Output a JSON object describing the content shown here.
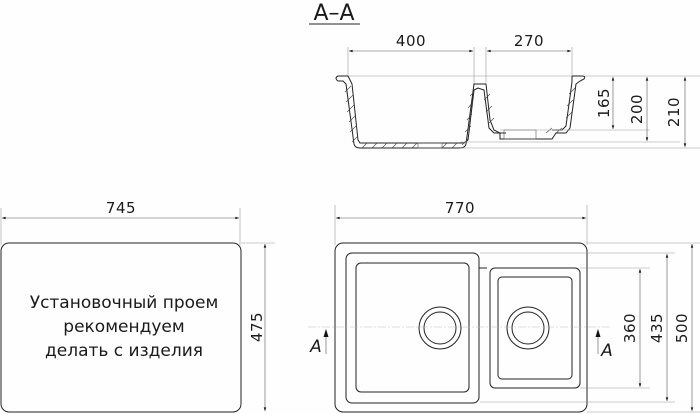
{
  "section_view": {
    "title": "А–А",
    "dims": {
      "width_large_bowl": "400",
      "width_small_bowl": "270",
      "depth_small": "165",
      "depth_large": "200",
      "total_height": "210"
    }
  },
  "cutout": {
    "width": "745",
    "height": "475",
    "note_lines": [
      "Установочный проем",
      "рекомендуем",
      "делать с изделия"
    ]
  },
  "plan_view": {
    "width": "770",
    "dims": {
      "bowl_inner_height": "360",
      "bowl_outer_height": "435",
      "overall_height": "500"
    },
    "section_marker_left": "A",
    "section_marker_right": "A"
  }
}
